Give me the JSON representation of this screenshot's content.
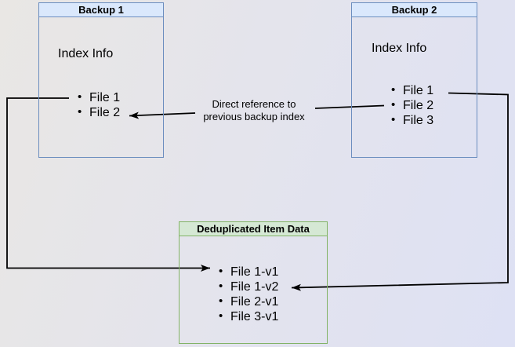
{
  "backup1": {
    "title": "Backup 1",
    "index_label": "Index Info",
    "files": [
      "File 1",
      "File 2"
    ]
  },
  "backup2": {
    "title": "Backup 2",
    "index_label": "Index Info",
    "files": [
      "File 1",
      "File 2",
      "File 3"
    ]
  },
  "dedup": {
    "title": "Deduplicated Item Data",
    "files": [
      "File 1-v1",
      "File 1-v2",
      "File 2-v1",
      "File 3-v1"
    ]
  },
  "edge_label": {
    "text": "Direct reference to previous backup index"
  },
  "colors": {
    "blue_header_fill": "#dae8fc",
    "blue_border": "#6c8ebf",
    "green_header_fill": "#d5e8d4",
    "green_border": "#82b366",
    "connector": "#000000",
    "background_top_left": "#e9e7e4",
    "background_bottom_right": "#dee1f4"
  }
}
